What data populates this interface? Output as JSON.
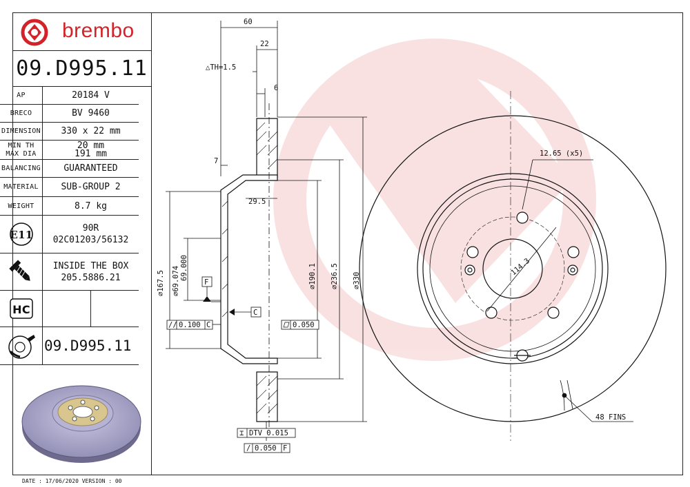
{
  "brand": {
    "name": "brembo",
    "color": "#d2232a"
  },
  "part_number": "09.D995.11",
  "specs": [
    {
      "label": "AP",
      "value": "20184 V"
    },
    {
      "label": "BRECO",
      "value": "BV 9460"
    },
    {
      "label": "DIMENSION",
      "value": "330 x 22 mm"
    },
    {
      "label1": "MIN TH",
      "label2": "MAX DIA",
      "value1": "20 mm",
      "value2": "191 mm"
    },
    {
      "label": "BALANCING",
      "value": "GUARANTEED"
    },
    {
      "label": "MATERIAL",
      "value": "SUB-GROUP 2"
    },
    {
      "label": "WEIGHT",
      "value": "8.7 kg"
    }
  ],
  "e11": {
    "badge": "E11",
    "line1": "90R",
    "line2": "02C01203/56132"
  },
  "inside_box": {
    "line1": "INSIDE THE BOX",
    "line2": "205.5886.21"
  },
  "hc": {
    "badge": "HC"
  },
  "part_number_bottom": "09.D995.11",
  "footer": "DATE : 17/06/2020 VERSION : 00",
  "drawing": {
    "dim_60": "60",
    "dim_22": "22",
    "dim_th": "△TH=1.5",
    "dim_6": "6",
    "dim_7": "7",
    "dim_29_5": "29.5",
    "dim_167_5": "⌀167.5",
    "dim_69": "⌀69.074",
    "dim_69b": "69.000",
    "dim_190_1": "⌀190.1",
    "dim_236_5": "⌀236.5",
    "dim_330": "⌀330",
    "datum_f": "F",
    "datum_c": "C",
    "tol_left": "0.100",
    "tol_left_ref": "C",
    "tol_right": "0.050",
    "dtv_label": "DTV 0.015",
    "flat_label": "0.050",
    "flat_ref": "F",
    "bolt_holes": "12.65 (x5)",
    "pcd": "114.3",
    "fins": "48 FINS"
  }
}
